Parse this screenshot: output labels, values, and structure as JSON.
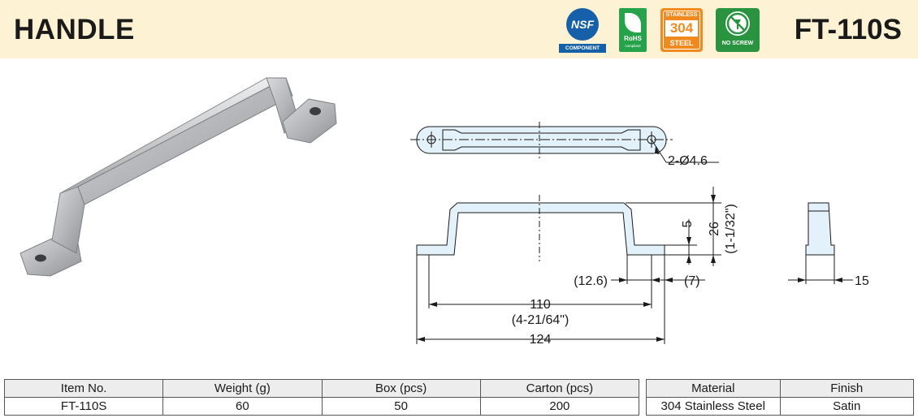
{
  "header": {
    "title": "HANDLE",
    "model": "FT-110S",
    "badges": {
      "nsf_main": "NSF",
      "nsf_sub": "COMPONENT",
      "rohs_main": "RoHS",
      "rohs_sub": "compliant",
      "stainless_top": "STAINLESS",
      "stainless_mid": "304",
      "stainless_bot": "STEEL",
      "noscrew": "NO SCREW"
    },
    "colors": {
      "banner": "#fdf3d4",
      "nsf": "#1560a8",
      "rohs": "#26a24a",
      "stainless": "#f08a1e",
      "noscrew": "#2a9340"
    }
  },
  "drawing": {
    "hole": "2-Ø4.6",
    "height": "26",
    "height_in": "(1-1/32\")",
    "thickness": "5",
    "foot": "(12.6)",
    "foot_gap": "(7)",
    "pitch": "110",
    "pitch_in": "(4-21/64\")",
    "length": "124",
    "width": "15"
  },
  "table1": {
    "headers": [
      "Item No.",
      "Weight (g)",
      "Box (pcs)",
      "Carton (pcs)"
    ],
    "row": [
      "FT-110S",
      "60",
      "50",
      "200"
    ]
  },
  "table2": {
    "headers": [
      "Material",
      "Finish"
    ],
    "row": [
      "304 Stainless Steel",
      "Satin"
    ]
  }
}
